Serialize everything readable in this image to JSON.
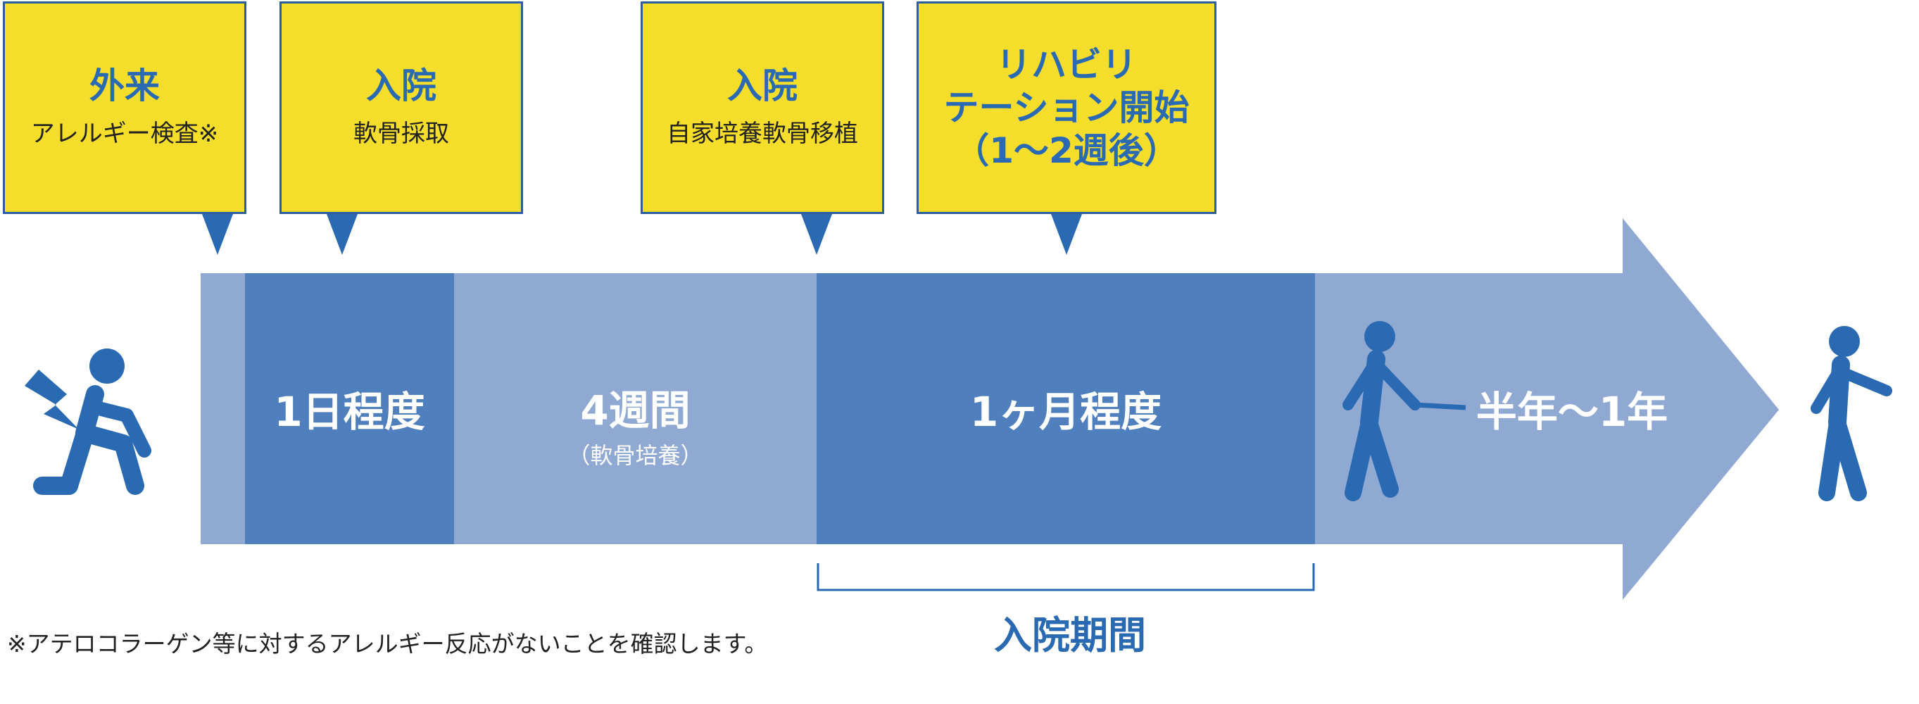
{
  "callouts": [
    {
      "title_lines": [
        "外来"
      ],
      "sub": "アレルギー検査※"
    },
    {
      "title_lines": [
        "入院"
      ],
      "sub": "軟骨採取"
    },
    {
      "title_lines": [
        "入院"
      ],
      "sub": "自家培養軟骨移植"
    },
    {
      "title_lines": [
        "リハビリ",
        "テーション開始",
        "（1～2週後）"
      ],
      "sub": ""
    }
  ],
  "timeline": {
    "seg_1day": "1日程度",
    "seg_4weeks": "4週間",
    "seg_4weeks_sub": "（軟骨培養）",
    "seg_1month": "1ヶ月程度",
    "seg_halfyear": "半年～1年"
  },
  "hospital_period": "入院期間",
  "footnote": "※アテロコラーゲン等に対するアレルギー反応がないことを確認します。",
  "colors": {
    "callout_fill": "#f5dd2c",
    "accent_blue": "#2a6ab2",
    "light_segment": "#8fa9d3",
    "dark_segment": "#4f80bd"
  }
}
